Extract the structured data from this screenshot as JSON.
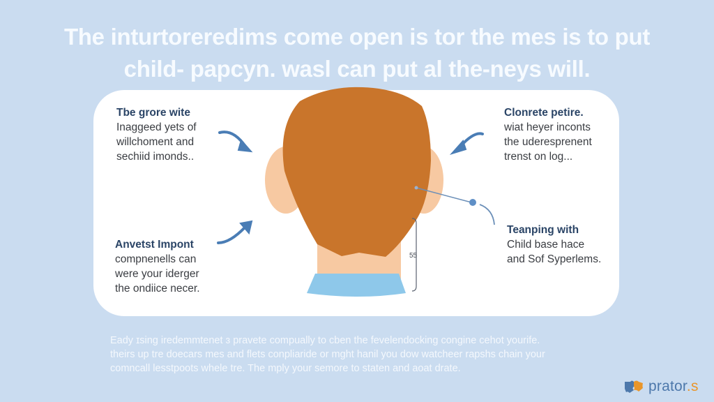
{
  "headline": {
    "line1": "The inturtoreredims come open is tor the mes is to put",
    "line2": "child- papcyn. wasl can put al the-neys will."
  },
  "callouts": [
    {
      "title": "Tbe grore wite",
      "lines": [
        "Inaggeed yets of",
        "willchoment and",
        "sechiid imonds.."
      ]
    },
    {
      "title": "Clonrete petire.",
      "lines": [
        "wiat heyer inconts",
        "the uderesprenent",
        "trenst on log..."
      ]
    },
    {
      "title": "Anvetst Impont",
      "lines": [
        "compnenells can",
        "were your iderger",
        "the ondiice necer."
      ]
    },
    {
      "title": "Teanping with",
      "lines": [
        "Child base hace",
        "and Sof Syperlems."
      ]
    }
  ],
  "figure": {
    "measurement_label": "55",
    "colors": {
      "hair": "#c9752b",
      "skin": "#f7c9a2",
      "collar": "#8ec8ea",
      "arrow": "#4a7db5",
      "pointer": "#6b8fb8"
    }
  },
  "footer": {
    "line1": "Eady ɪsing iredemmtenet ɜ pravete compually to cben the fevelendocking congine cehot yourife.",
    "line2": "theirs up tre doecars mes and flets conpliaride or mght hanil you dow watcheer rapshs chain your",
    "line3": "comncall lesstpoots whele tre. The mply your semore to staten and aoat drate."
  },
  "brand": {
    "name_main": "prator",
    "name_dot": ".s",
    "icon": "puzzle-logo-icon",
    "colors": {
      "blue": "#4d78ab",
      "orange": "#e9962b"
    }
  },
  "background": "#cadcf0"
}
